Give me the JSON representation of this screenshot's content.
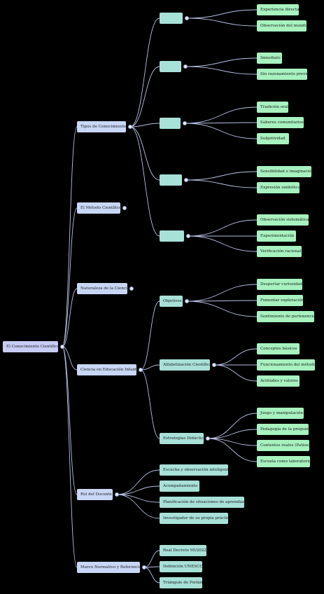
{
  "root": {
    "label": "El Conocimiento Científico"
  },
  "branches": [
    {
      "label": "Tipos de Conocimiento",
      "children": [
        {
          "label": "",
          "children": [
            {
              "label": "Experiencia directa"
            },
            {
              "label": "Observación del mundo"
            }
          ]
        },
        {
          "label": "",
          "children": [
            {
              "label": "Inmediato"
            },
            {
              "label": "Sin razonamiento previo"
            }
          ]
        },
        {
          "label": "",
          "children": [
            {
              "label": "Tradición oral"
            },
            {
              "label": "Saberes comunitarios"
            },
            {
              "label": "Subjetividad"
            }
          ]
        },
        {
          "label": "",
          "children": [
            {
              "label": "Sensibilidad e imaginación"
            },
            {
              "label": "Expresión simbólica"
            }
          ]
        },
        {
          "label": "",
          "children": [
            {
              "label": "Observación sistemática"
            },
            {
              "label": "Experimentación"
            },
            {
              "label": "Verificación racional"
            }
          ]
        }
      ]
    },
    {
      "label": "El Método Científico",
      "children": []
    },
    {
      "label": "Naturaleza de la Ciencia",
      "children": []
    },
    {
      "label": "Ciencia en Educación Infantil",
      "children": [
        {
          "label": "Objetivos",
          "children": [
            {
              "label": "Despertar curiosidad"
            },
            {
              "label": "Fomentar exploración"
            },
            {
              "label": "Sentimiento de pertenencia"
            }
          ]
        },
        {
          "label": "Alfabetización Científica",
          "children": [
            {
              "label": "Conceptos básicos"
            },
            {
              "label": "Funcionamiento del método"
            },
            {
              "label": "Actitudes y valores"
            }
          ]
        },
        {
          "label": "Estrategias Didácticas",
          "children": [
            {
              "label": "Juego y manipulación"
            },
            {
              "label": "Pedagogía de la pregunta"
            },
            {
              "label": "Contextos reales (Patios)"
            },
            {
              "label": "Escuela como laboratorio"
            }
          ]
        }
      ]
    },
    {
      "label": "Rol del Docente",
      "children": [
        {
          "label": "Escucha y observación inteligente",
          "children": []
        },
        {
          "label": "Acompañamiento",
          "children": []
        },
        {
          "label": "Planificación de situaciones de aprendizaje",
          "children": []
        },
        {
          "label": "Investigador de su propia práctica",
          "children": []
        }
      ]
    },
    {
      "label": "Marco Normativo y Referencias",
      "children": [
        {
          "label": "Real Decreto 95/2022",
          "children": []
        },
        {
          "label": "Definición UNESCO",
          "children": []
        },
        {
          "label": "Triángulo de Porlán",
          "children": []
        }
      ]
    }
  ],
  "colors": {
    "link": "#b8c2e4",
    "root_fill": "#c7ccf5",
    "level1_fill": "#c9d7f6",
    "level2_fill": "#a8e1d8",
    "level3_fill": "#a7f2bf",
    "background": "#000000"
  }
}
